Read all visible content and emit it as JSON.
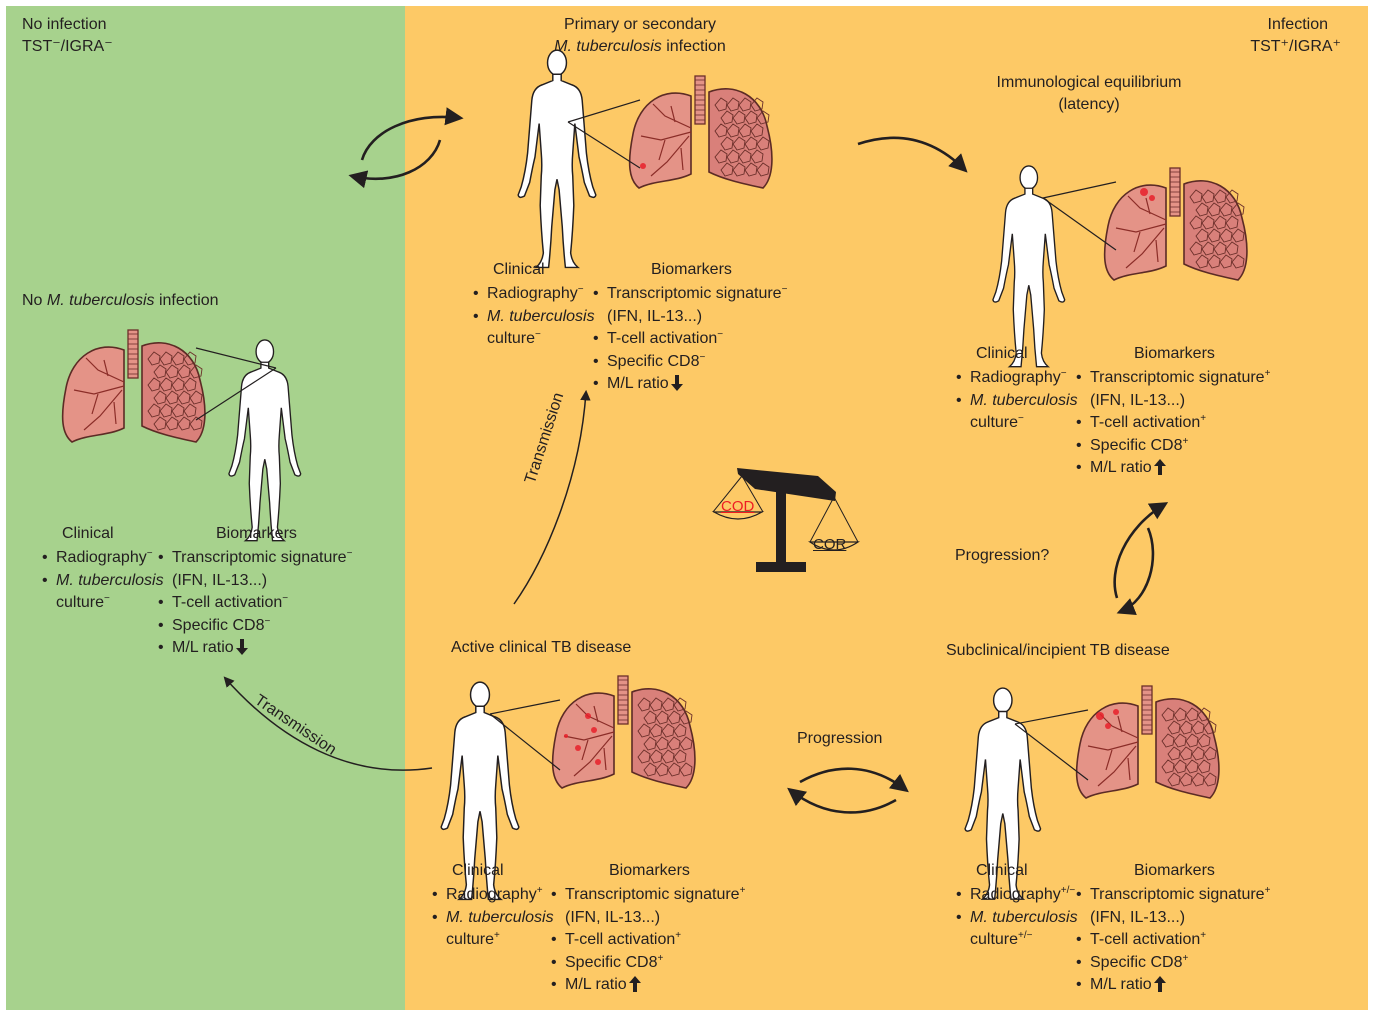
{
  "corners": {
    "left_title": "No infection",
    "left_sub": "TST⁻/IGRA⁻",
    "right_title": "Infection",
    "right_sub": "TST⁺/IGRA⁺"
  },
  "stages": {
    "top": {
      "title_line1": "Primary or secondary",
      "title_line2_italic": "M. tuberculosis",
      "title_line2_rest": " infection"
    },
    "latency": {
      "title_line1": "Immunological equilibrium",
      "title_line2": "(latency)"
    },
    "none": {
      "title_pre": "No ",
      "title_italic": "M. tuberculosis",
      "title_post": " infection"
    },
    "active": {
      "title": "Active clinical TB disease"
    },
    "subclinical": {
      "title": "Subclinical/incipient TB disease"
    }
  },
  "labels": {
    "clinical": "Clinical",
    "biomarkers": "Biomarkers",
    "radiography": "Radiography",
    "mtb_italic": "M. tuberculosis",
    "culture": "culture",
    "transcriptomic": "Transcriptomic signature",
    "ifn": "(IFN, IL-13...)",
    "tcell": "T-cell activation",
    "cd8": "Specific CD8",
    "ml_ratio": "M/L ratio"
  },
  "signs": {
    "none": {
      "radiography": "−",
      "culture": "−",
      "transcriptomic": "−",
      "tcell": "−",
      "cd8": "−",
      "ml_arrow": "down"
    },
    "top": {
      "radiography": "−",
      "culture": "−",
      "transcriptomic": "−",
      "tcell": "−",
      "cd8": "−",
      "ml_arrow": "down"
    },
    "latency": {
      "radiography": "−",
      "culture": "−",
      "transcriptomic": "+",
      "tcell": "+",
      "cd8": "+",
      "ml_arrow": "up"
    },
    "active": {
      "radiography": "+",
      "culture": "+",
      "transcriptomic": "+",
      "tcell": "+",
      "cd8": "+",
      "ml_arrow": "up"
    },
    "subclinical": {
      "radiography": "+/−",
      "culture": "+/−",
      "transcriptomic": "+",
      "tcell": "+",
      "cd8": "+",
      "ml_arrow": "up"
    }
  },
  "arrows": {
    "transmission_vertical": "Transmission",
    "transmission_diagonal": "Transmission",
    "progression_bottom": "Progression",
    "progression_right": "Progression?"
  },
  "balance": {
    "left_pan": "COD",
    "right_pan": "COR",
    "cod_color": "#ee1d23"
  },
  "colors": {
    "uninfected_bg": "#a7d28d",
    "infected_bg": "#fdc966",
    "lung_fill": "#e49387",
    "lesion": "#e8202a"
  }
}
